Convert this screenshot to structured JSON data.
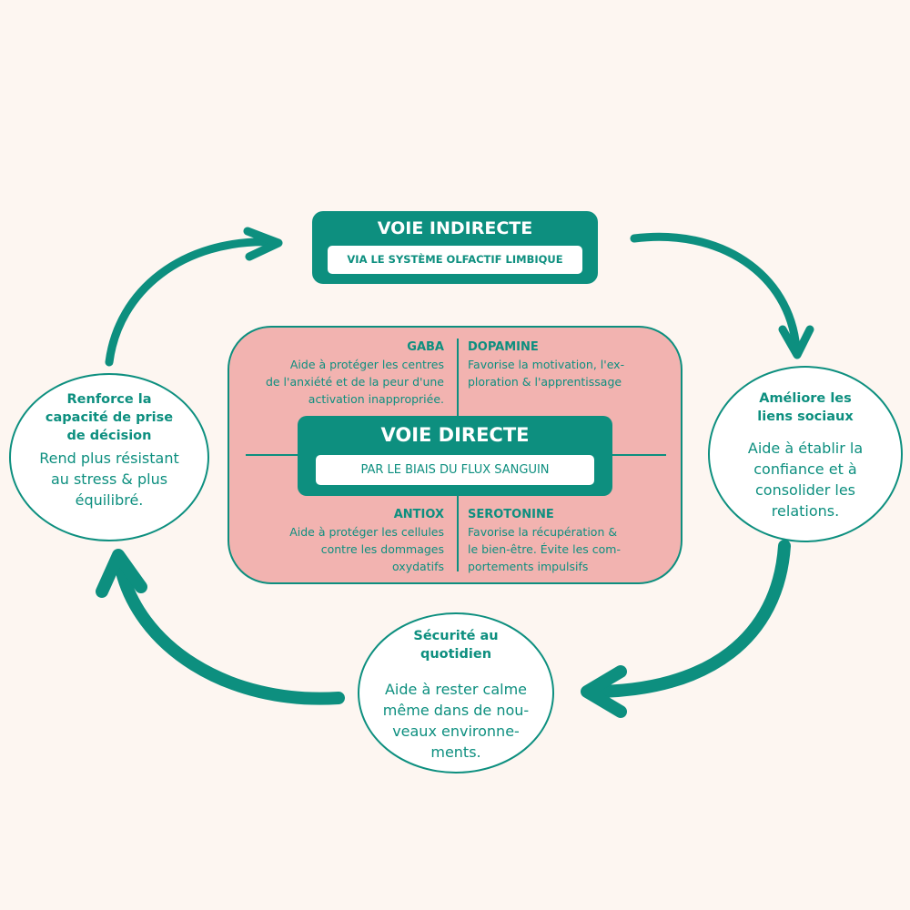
{
  "indirect": {
    "title": "VOIE INDIRECTE",
    "subtitle": "VIA LE SYSTÈME OLFACTIF LIMBIQUE"
  },
  "direct": {
    "title": "VOIE DIRECTE",
    "subtitle": "PAR LE BIAIS DU FLUX SANGUIN"
  },
  "quadrants": {
    "gaba": {
      "title": "GABA",
      "lines": [
        "Aide à protéger les centres",
        "de l'anxiété et de la peur d'une",
        "activation inappropriée."
      ]
    },
    "dopamine": {
      "title": "DOPAMINE",
      "lines": [
        "Favorise la motivation, l'ex-",
        "ploration & l'apprentissage"
      ]
    },
    "antiox": {
      "title": "ANTIOX",
      "lines": [
        "Aide à protéger les cellules",
        "contre les dommages",
        "oxydatifs"
      ]
    },
    "serotonine": {
      "title": "SEROTONINE",
      "lines": [
        "Favorise la récupération &",
        "le bien-être. Évite les com-",
        "portements impulsifs"
      ]
    }
  },
  "circles": {
    "left": {
      "title_lines": [
        "Renforce la",
        "capacité de prise",
        "de décision"
      ],
      "desc_lines": [
        "Rend plus résistant",
        "au stress & plus",
        "équilibré."
      ]
    },
    "right": {
      "title_lines": [
        "Améliore les",
        "liens sociaux"
      ],
      "desc_lines": [
        "Aide à établir la",
        "confiance et à",
        "consolider les",
        "relations."
      ]
    },
    "bottom": {
      "title_lines": [
        "Sécurité au",
        "quotidien"
      ],
      "desc_lines": [
        "Aide à rester calme",
        "même dans de nou-",
        "veaux environne-",
        "ments."
      ]
    }
  },
  "colors": {
    "teal": "#0d8f7f",
    "pink": "#f2b3b0",
    "background": "#fdf6f1"
  }
}
